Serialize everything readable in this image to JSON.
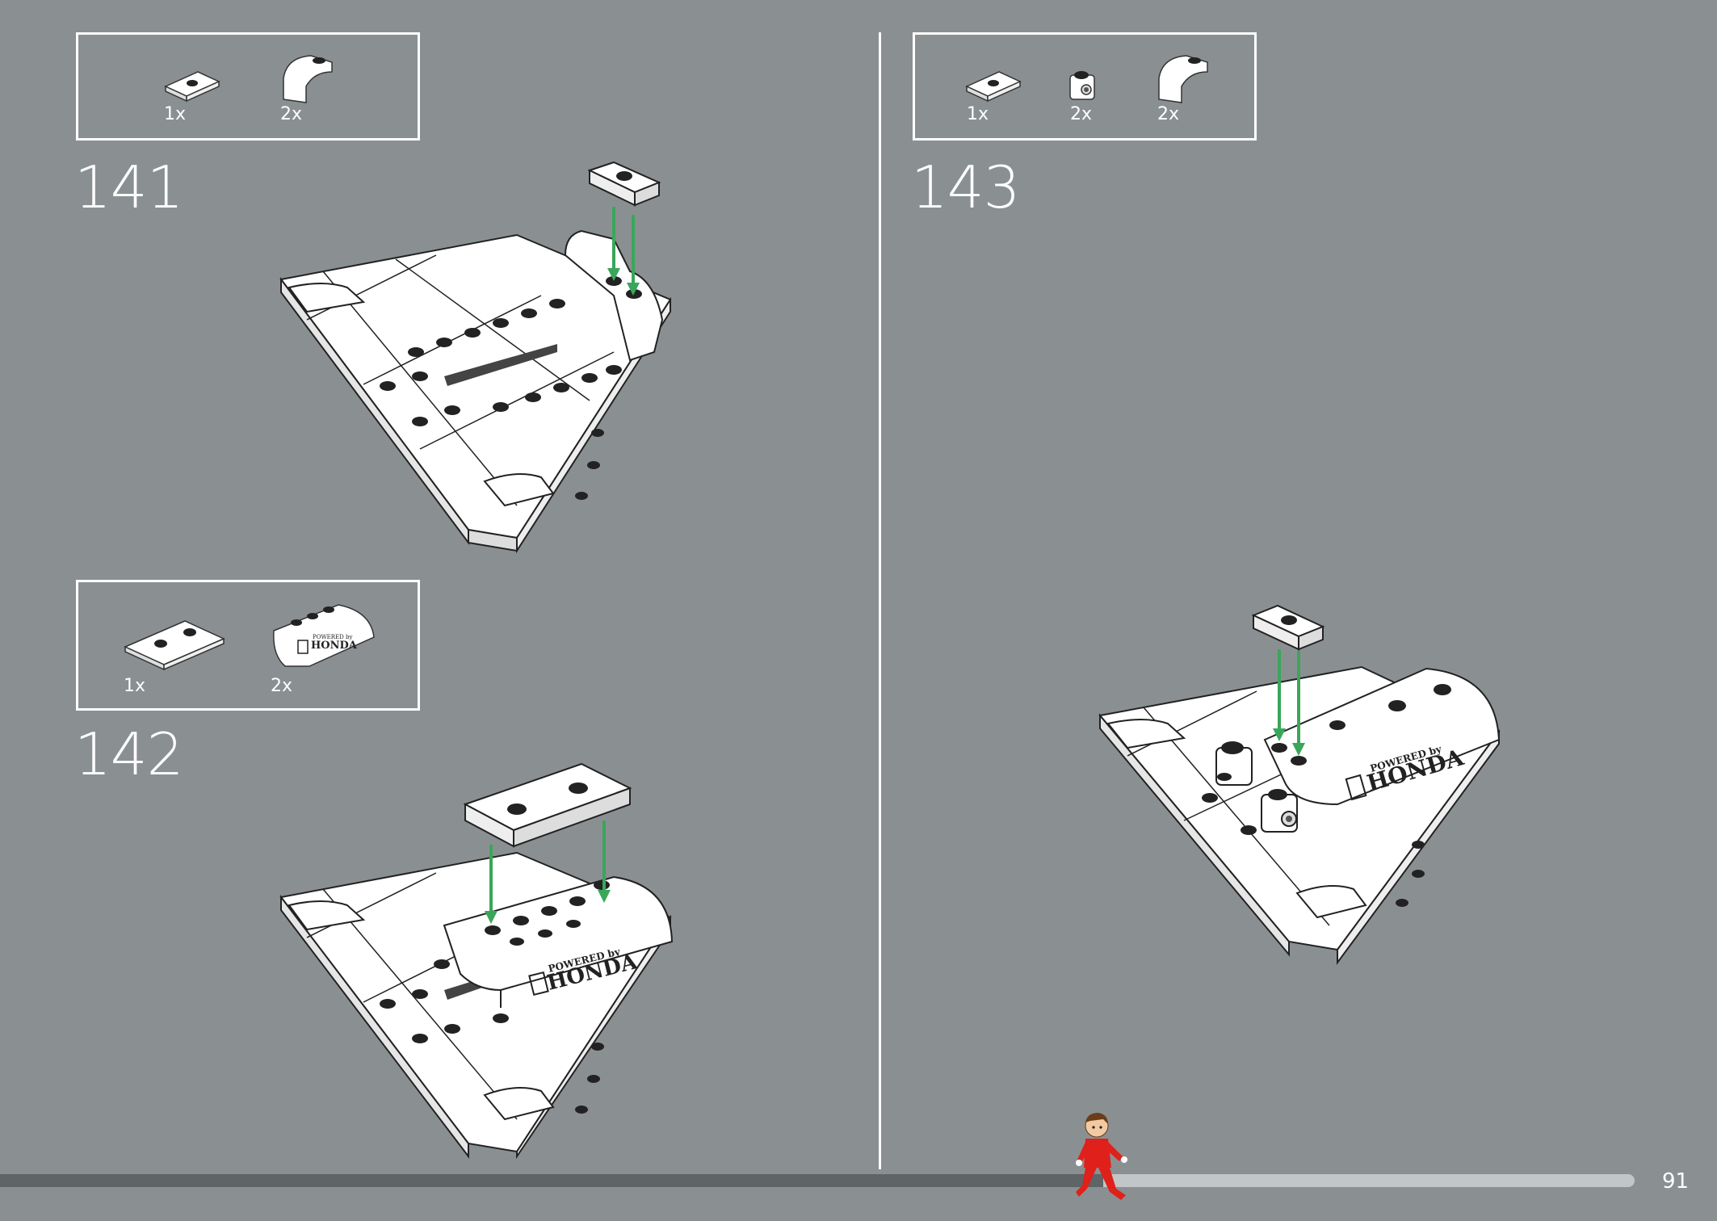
{
  "steps": [
    {
      "number": "141",
      "parts": [
        {
          "qty": "1x",
          "icon": "plate-1x2-jumper-icon"
        },
        {
          "qty": "2x",
          "icon": "curved-slope-icon"
        }
      ]
    },
    {
      "number": "142",
      "parts": [
        {
          "qty": "1x",
          "icon": "plate-2x4-icon"
        },
        {
          "qty": "2x",
          "icon": "honda-printed-slope-icon"
        }
      ]
    },
    {
      "number": "143",
      "parts": [
        {
          "qty": "1x",
          "icon": "plate-1x2-jumper-icon"
        },
        {
          "qty": "2x",
          "icon": "round-brick-with-hole-icon"
        },
        {
          "qty": "2x",
          "icon": "curved-slope-icon"
        }
      ]
    }
  ],
  "printed_logo": {
    "line1": "POWERED by",
    "line2": "HONDA"
  },
  "progress": {
    "fraction": 0.675
  },
  "page_number": "91",
  "colors": {
    "background": "#8a9092",
    "arrow": "#3aa65a",
    "figure_red": "#e0201b"
  }
}
